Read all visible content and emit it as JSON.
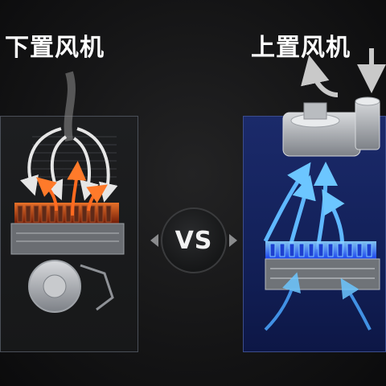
{
  "left_title": "下置风机",
  "right_title": "上置风机",
  "vs_label": "VS"
}
